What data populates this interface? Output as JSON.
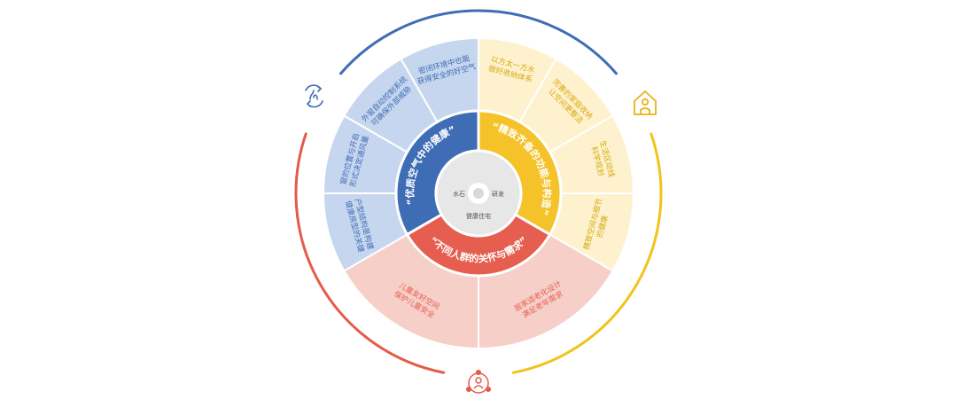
{
  "center": {
    "left": "水石",
    "right": "研发",
    "bottom": "健康住宅"
  },
  "sectors": [
    {
      "id": "air",
      "title": "“优质空气中的健康”",
      "color": "#3f6db5",
      "light": "#c6d6ee",
      "arc_color": "#3f6db5",
      "icon": "airflow-icon",
      "items": [
        [
          "户型结构是构建",
          "健康房型的关键"
        ],
        [
          "窗的位置与开启",
          "形式决定通风量"
        ],
        [
          "外窗自动控制系统",
          "可确保外部威胁"
        ],
        [
          "密闭环境中也能",
          "获得安全的好空气"
        ]
      ]
    },
    {
      "id": "space",
      "title": "“精致齐备的功能与构造”",
      "color": "#f5c229",
      "light": "#fdf2cd",
      "arc_color": "#f0c419",
      "icon": "house-person-icon",
      "items": [
        [
          "以方太一方水",
          "做好收纳体系"
        ],
        [
          "完善的家庭收纳",
          "让空间更整洁"
        ],
        [
          "生活区动线",
          "科学规划"
        ],
        [
          "精致空间与细节",
          "的健康"
        ]
      ]
    },
    {
      "id": "people",
      "title": "“不同人群的关怀与需求”",
      "color": "#e65e4f",
      "light": "#f6cfc8",
      "arc_color": "#e55b48",
      "icon": "community-icon",
      "items": [
        [
          "居家适老化设计",
          "满足老年需求"
        ],
        [
          "儿童友好空间",
          "保护儿童安全"
        ]
      ]
    }
  ]
}
